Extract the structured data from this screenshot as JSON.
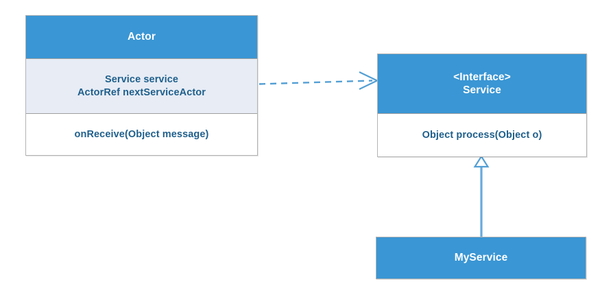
{
  "diagram": {
    "type": "uml-class-diagram",
    "background_color": "#ffffff",
    "accent_color": "#3a96d4",
    "header_text_color": "#ffffff",
    "body_text_color": "#1f5f8b",
    "attribute_compartment_color": "#e7ecf5",
    "border_color": "#b3b3b3",
    "connector_color": "#539fd4"
  },
  "classes": {
    "actor": {
      "name": "Actor",
      "attributes": [
        "Service service",
        "ActorRef nextServiceActor"
      ],
      "operations": [
        "onReceive(Object message)"
      ]
    },
    "service": {
      "stereotype": "<Interface>",
      "name": "Service",
      "operations": [
        "Object process(Object o)"
      ]
    },
    "myservice": {
      "name": "MyService"
    }
  },
  "relationships": [
    {
      "id": "actor-uses-service",
      "kind": "dependency",
      "line_style": "dashed",
      "arrowhead": "open",
      "from": "actor",
      "to": "service"
    },
    {
      "id": "myservice-implements-service",
      "kind": "generalization",
      "line_style": "solid",
      "arrowhead": "hollow-triangle",
      "from": "myservice",
      "to": "service"
    }
  ]
}
